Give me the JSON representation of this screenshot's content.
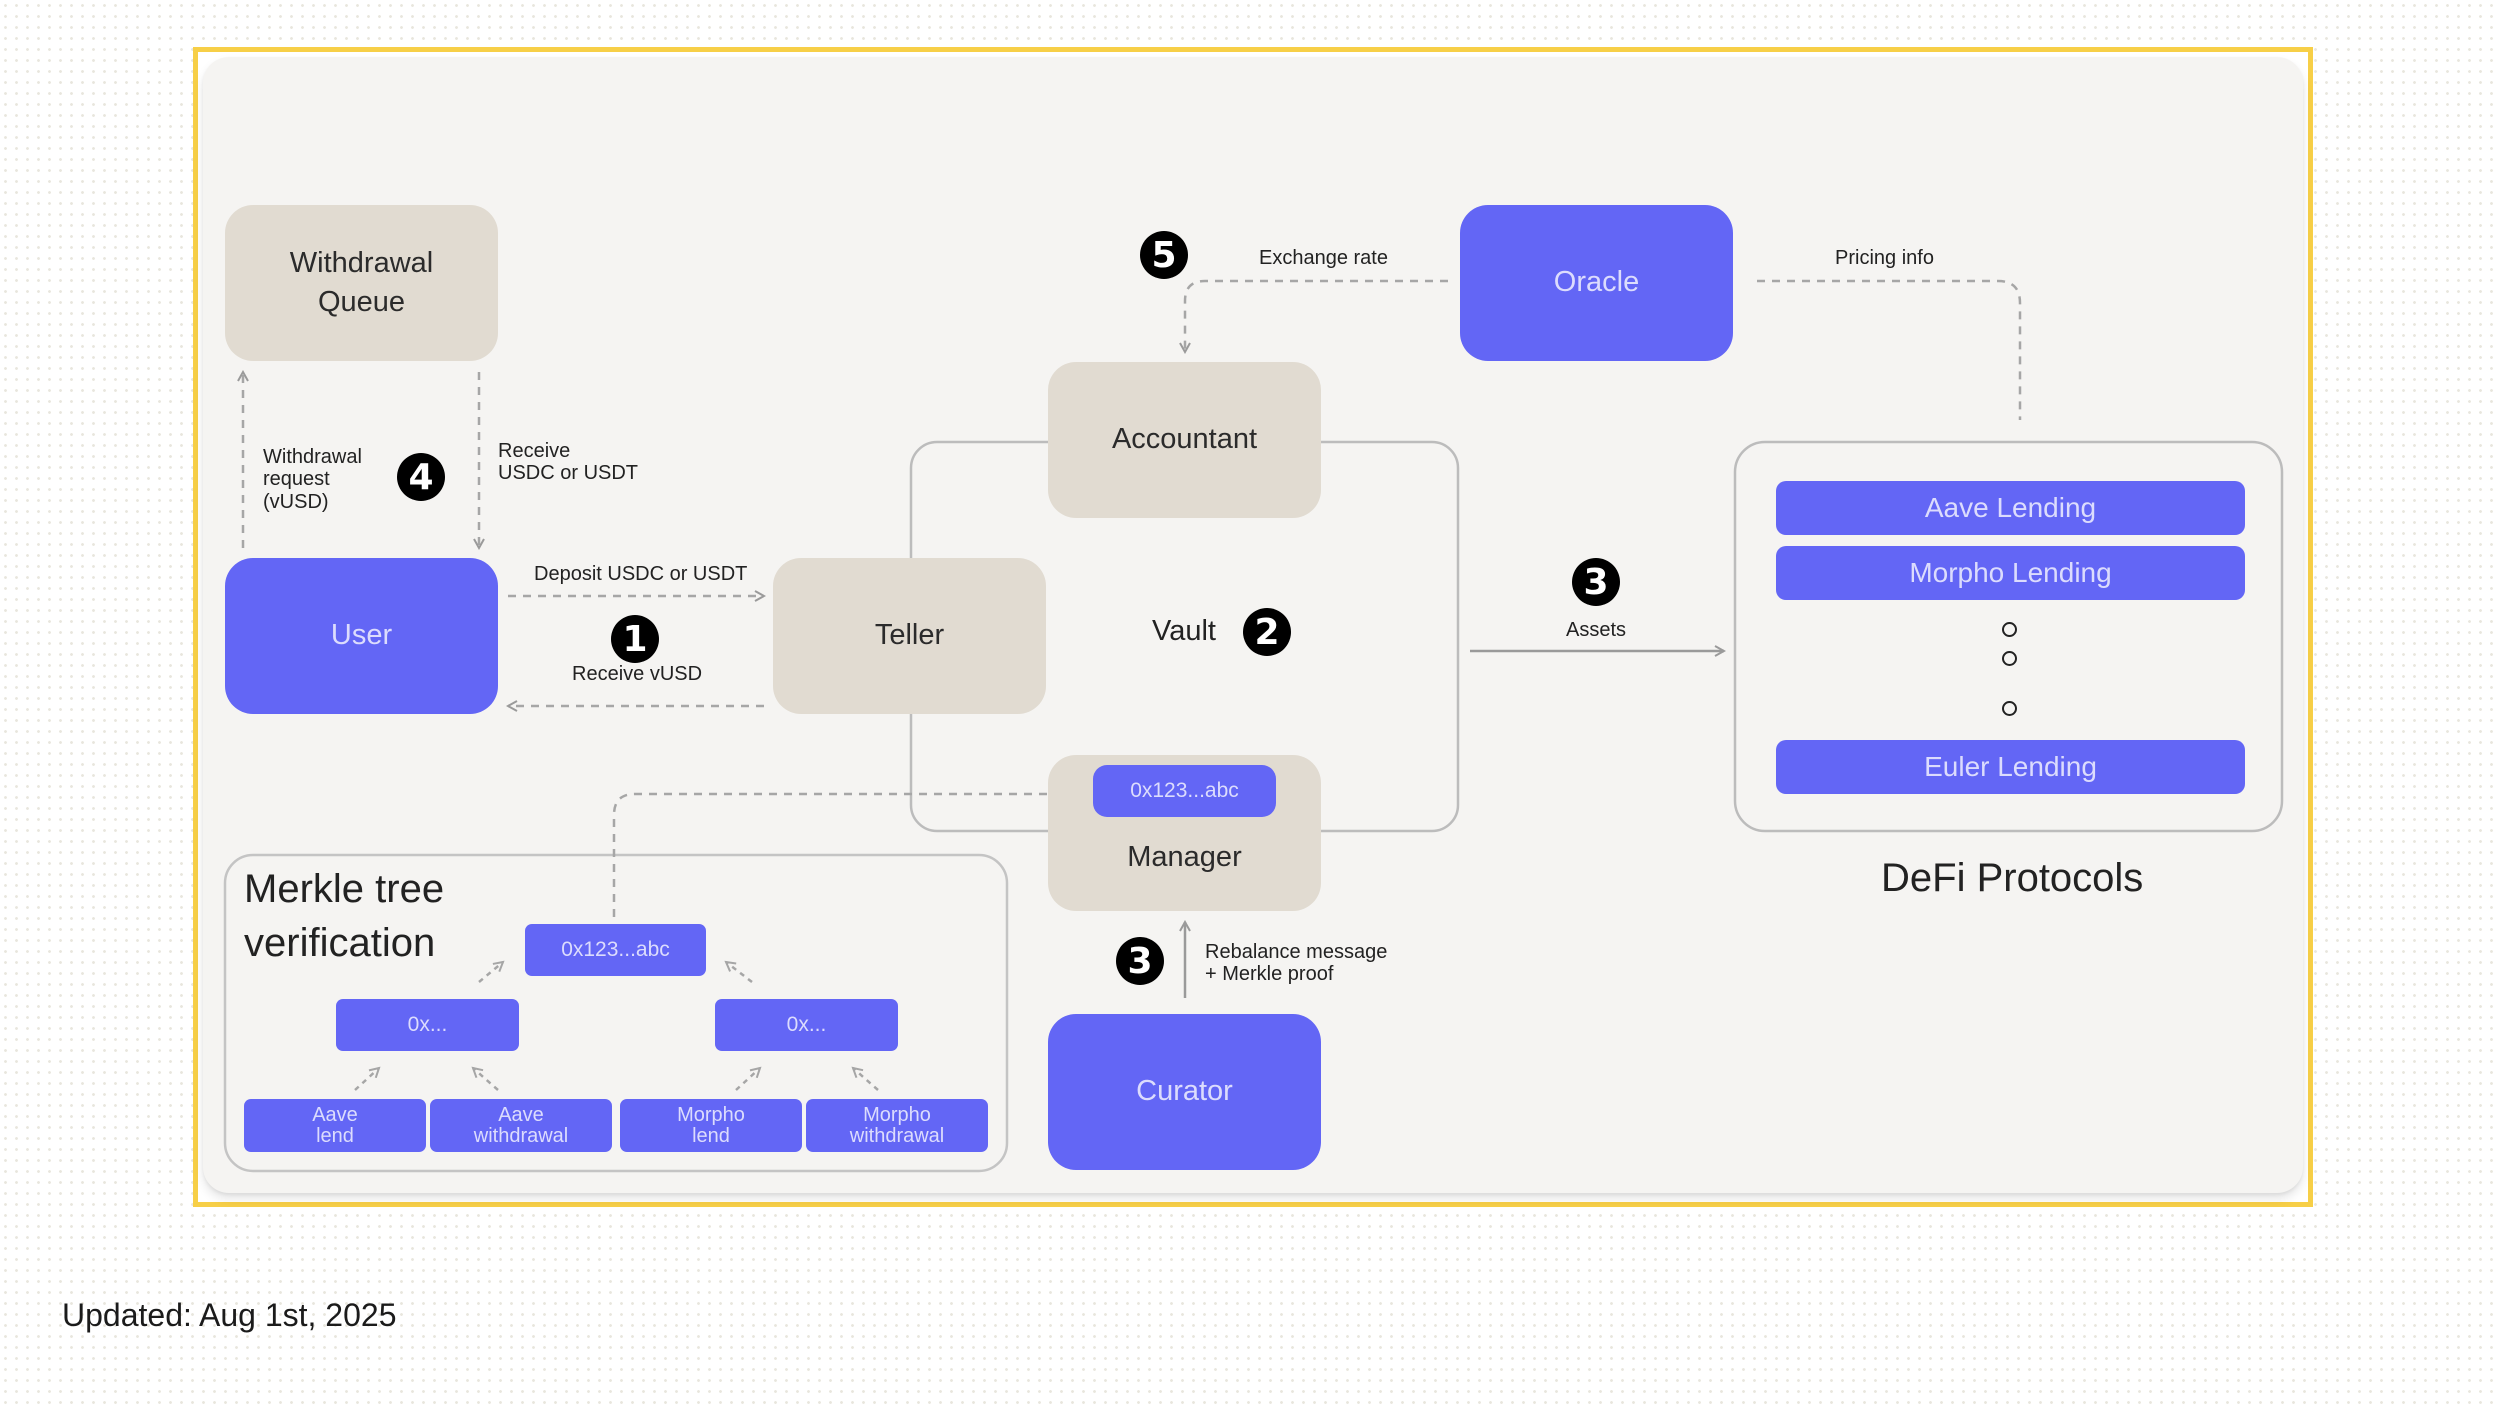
{
  "nodes": {
    "withdrawal_queue": "Withdrawal\nQueue",
    "user": "User",
    "teller": "Teller",
    "accountant": "Accountant",
    "manager": "Manager",
    "manager_address": "0x123...abc",
    "oracle": "Oracle",
    "curator": "Curator",
    "vault": "Vault"
  },
  "edges": {
    "withdrawal_request": "Withdrawal\nrequest\n(vUSD)",
    "receive_usdc_usdt": "Receive\nUSDC or USDT",
    "deposit": "Deposit USDC or USDT",
    "receive_vusd": "Receive vUSD",
    "exchange_rate": "Exchange rate",
    "pricing_info": "Pricing info",
    "assets": "Assets",
    "rebalance": "Rebalance message\n+ Merkle proof"
  },
  "steps": [
    "1",
    "2",
    "3",
    "4",
    "5"
  ],
  "defi": {
    "title": "DeFi Protocols",
    "protocols": [
      "Aave Lending",
      "Morpho Lending",
      "Euler Lending"
    ]
  },
  "merkle": {
    "title": "Merkle tree\nverification",
    "root": "0x123...abc",
    "branches": [
      "0x...",
      "0x..."
    ],
    "leaves": [
      "Aave\nlend",
      "Aave\nwithdrawal",
      "Morpho\nlend",
      "Morpho\nwithdrawal"
    ]
  },
  "footer": "Updated: Aug 1st, 2025",
  "colors": {
    "actor_blue": "#6366f5",
    "component_beige": "#e1dbd1",
    "frame_yellow": "#f7cf47",
    "panel_bg": "#f5f4f2"
  }
}
